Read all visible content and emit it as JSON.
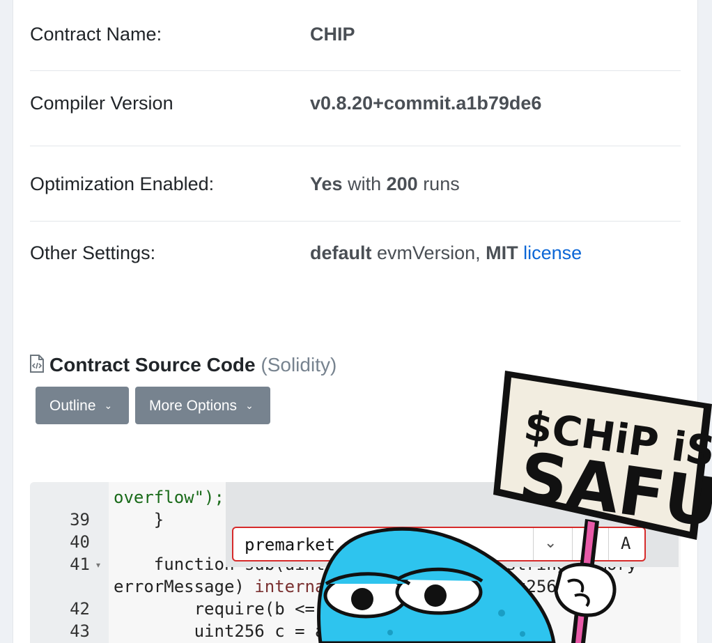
{
  "details": {
    "contract_name_label": "Contract Name:",
    "contract_name_value": "CHIP",
    "compiler_label": "Compiler Version",
    "compiler_value": "v0.8.20+commit.a1b79de6",
    "optimization_label": "Optimization Enabled:",
    "optimization_yes": "Yes",
    "optimization_with": "with",
    "optimization_runs_value": "200",
    "optimization_runs_word": "runs",
    "other_label": "Other Settings:",
    "other_default": "default",
    "other_evm": "evmVersion,",
    "other_mit": "MIT",
    "other_license_link": "license"
  },
  "source": {
    "title": "Contract Source Code",
    "language": "(Solidity)",
    "outline_button": "Outline",
    "more_options_button": "More Options"
  },
  "editor": {
    "line_numbers": [
      "39",
      "40",
      "41",
      "42",
      "43"
    ],
    "lines": {
      "wrap_top": "overflow\");",
      "l39": "    }",
      "l41": "    function sub(uint256 a, uint256 b, string memory",
      "l41_wrap_a": "errorMessage) ",
      "l41_wrap_kw": "internal",
      "l41_wrap_b": " pure returns (uint256) {",
      "l42": "        require(b <= a, errorMessage);",
      "l43": "        uint256 c = a - b;"
    },
    "find_value": "premarket",
    "find_toggle": "A"
  },
  "sticker": {
    "line1": "$CHiP iS",
    "line2": "SAFU"
  },
  "colors": {
    "link": "#0b66d6",
    "button_bg": "#77838f",
    "find_border": "#d62a2a",
    "mascot": "#2ec4ee",
    "sign_bg": "#f2ede0"
  }
}
